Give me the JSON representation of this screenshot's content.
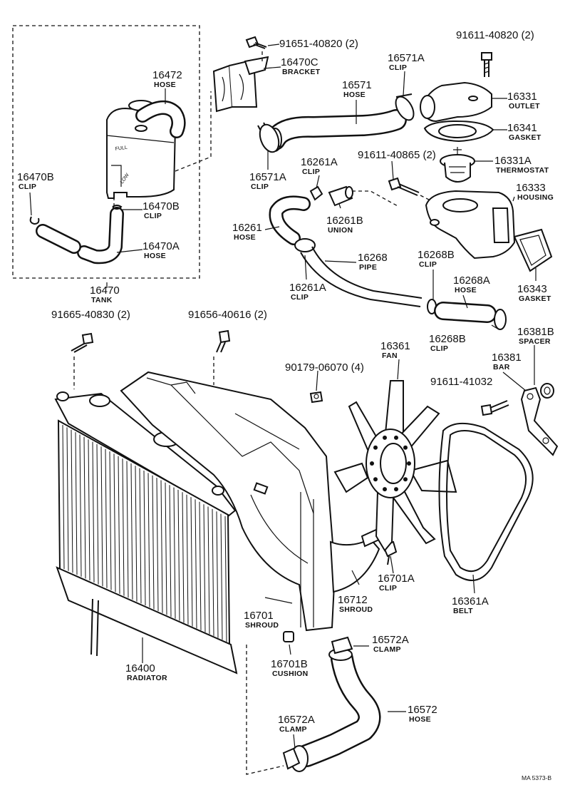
{
  "callouts": [
    {
      "id": "c-91651-40820",
      "num": "91651-40820 (2)",
      "name": ""
    },
    {
      "id": "c-16470c",
      "num": "16470C",
      "name": "BRACKET"
    },
    {
      "id": "c-91611-40820",
      "num": "91611-40820 (2)",
      "name": ""
    },
    {
      "id": "c-16472",
      "num": "16472",
      "name": "HOSE"
    },
    {
      "id": "c-16571a-top",
      "num": "16571A",
      "name": "CLIP"
    },
    {
      "id": "c-16571",
      "num": "16571",
      "name": "HOSE"
    },
    {
      "id": "c-16331",
      "num": "16331",
      "name": "OUTLET"
    },
    {
      "id": "c-16341",
      "num": "16341",
      "name": "GASKET"
    },
    {
      "id": "c-91611-40865",
      "num": "91611-40865 (2)",
      "name": ""
    },
    {
      "id": "c-16571a-bot",
      "num": "16571A",
      "name": "CLIP"
    },
    {
      "id": "c-16261a-top",
      "num": "16261A",
      "name": "CLIP"
    },
    {
      "id": "c-16331a",
      "num": "16331A",
      "name": "THERMOSTAT"
    },
    {
      "id": "c-16470b-left",
      "num": "16470B",
      "name": "CLIP"
    },
    {
      "id": "c-16333",
      "num": "16333",
      "name": "HOUSING"
    },
    {
      "id": "c-16470b-right",
      "num": "16470B",
      "name": "CLIP"
    },
    {
      "id": "c-16261b",
      "num": "16261B",
      "name": "UNION"
    },
    {
      "id": "c-16261",
      "num": "16261",
      "name": "HOSE"
    },
    {
      "id": "c-16470a",
      "num": "16470A",
      "name": "HOSE"
    },
    {
      "id": "c-16268",
      "num": "16268",
      "name": "PIPE"
    },
    {
      "id": "c-16268b-top",
      "num": "16268B",
      "name": "CLIP"
    },
    {
      "id": "c-16268a",
      "num": "16268A",
      "name": "HOSE"
    },
    {
      "id": "c-16261a-bot",
      "num": "16261A",
      "name": "CLIP"
    },
    {
      "id": "c-16470",
      "num": "16470",
      "name": "TANK"
    },
    {
      "id": "c-16343",
      "num": "16343",
      "name": "GASKET"
    },
    {
      "id": "c-91665-40830",
      "num": "91665-40830 (2)",
      "name": ""
    },
    {
      "id": "c-91656-40616",
      "num": "91656-40616 (2)",
      "name": ""
    },
    {
      "id": "c-16381b",
      "num": "16381B",
      "name": "SPACER"
    },
    {
      "id": "c-16268b-bot",
      "num": "16268B",
      "name": "CLIP"
    },
    {
      "id": "c-16361",
      "num": "16361",
      "name": "FAN"
    },
    {
      "id": "c-16381",
      "num": "16381",
      "name": "BAR"
    },
    {
      "id": "c-90179-06070",
      "num": "90179-06070 (4)",
      "name": ""
    },
    {
      "id": "c-91611-41032",
      "num": "91611-41032",
      "name": ""
    },
    {
      "id": "c-16701a",
      "num": "16701A",
      "name": "CLIP"
    },
    {
      "id": "c-16712",
      "num": "16712",
      "name": "SHROUD"
    },
    {
      "id": "c-16361a",
      "num": "16361A",
      "name": "BELT"
    },
    {
      "id": "c-16701",
      "num": "16701",
      "name": "SHROUD"
    },
    {
      "id": "c-16572a-top",
      "num": "16572A",
      "name": "CLAMP"
    },
    {
      "id": "c-16701b",
      "num": "16701B",
      "name": "CUSHION"
    },
    {
      "id": "c-16400",
      "num": "16400",
      "name": "RADIATOR"
    },
    {
      "id": "c-16572",
      "num": "16572",
      "name": "HOSE"
    },
    {
      "id": "c-16572a-bot",
      "num": "16572A",
      "name": "CLAMP"
    }
  ],
  "tank_marks": {
    "full": "FULL",
    "low": "LOW"
  },
  "figure_code": "MA 5373-B"
}
